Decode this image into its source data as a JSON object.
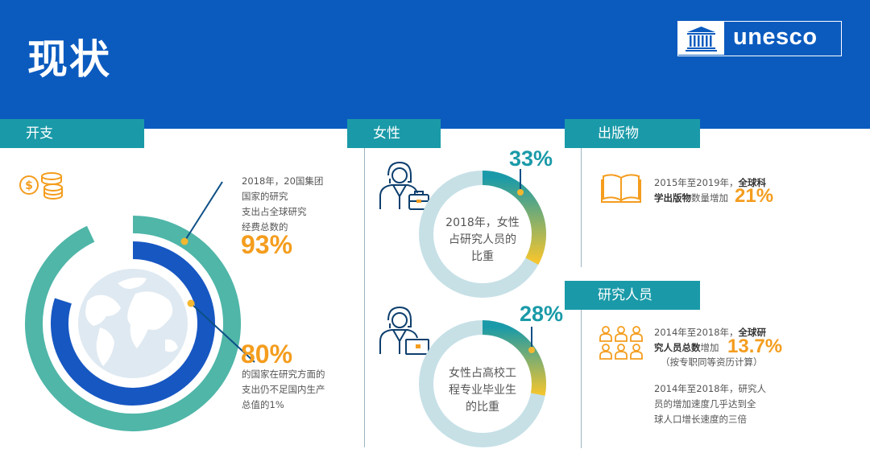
{
  "header": {
    "title": "现状",
    "logo_text": "unesco"
  },
  "tabs": {
    "spending": "开支",
    "women": "女性",
    "publications": "出版物",
    "researchers": "研究人员"
  },
  "spending": {
    "stat1_lines": [
      "2018年，20国集团",
      "国家的研究",
      "支出占全球研究",
      "经费总数的"
    ],
    "stat1_value": "93%",
    "stat2_value": "80%",
    "stat2_lines": [
      "的国家在研究方面的",
      "支出仍不足国内生产",
      "总值的1%"
    ]
  },
  "women": {
    "ring1_percent": "33%",
    "ring1_label_lines": [
      "2018年，女性",
      "占研究人员的",
      "比重"
    ],
    "ring2_percent": "28%",
    "ring2_label_lines": [
      "女性占高校工",
      "程专业毕业生",
      "的比重"
    ]
  },
  "publications": {
    "line1_plain": "2015年至2019年，",
    "line1_bold": "全球科",
    "line2_bold": "学出版物",
    "line2_plain": "数量增加",
    "value": "21%"
  },
  "researchers": {
    "line1_plain": "2014年至2018年，",
    "line1_bold": "全球研",
    "line2_bold": "究人员总数",
    "line2_plain": "增加",
    "value": "13.7%",
    "note": "（按专职同等资历计算）",
    "para_lines": [
      "2014年至2018年，研究人",
      "员的增加速度几乎达到全",
      "球人口增长速度的三倍"
    ]
  },
  "colors": {
    "header_blue": "#0b5bbf",
    "tab_teal": "#1a9aa8",
    "accent_orange": "#f49d1e",
    "ring_teal": "#4fb6a8",
    "ring_blue": "#1757c2",
    "ring_light": "#c6e0e6"
  },
  "chart_data": [
    {
      "type": "pie",
      "values": [
        93
      ],
      "max": 100
    },
    {
      "type": "pie",
      "values": [
        80
      ],
      "max": 100
    },
    {
      "type": "pie",
      "values": [
        33
      ],
      "max": 100
    },
    {
      "type": "pie",
      "values": [
        28
      ],
      "max": 100
    }
  ]
}
